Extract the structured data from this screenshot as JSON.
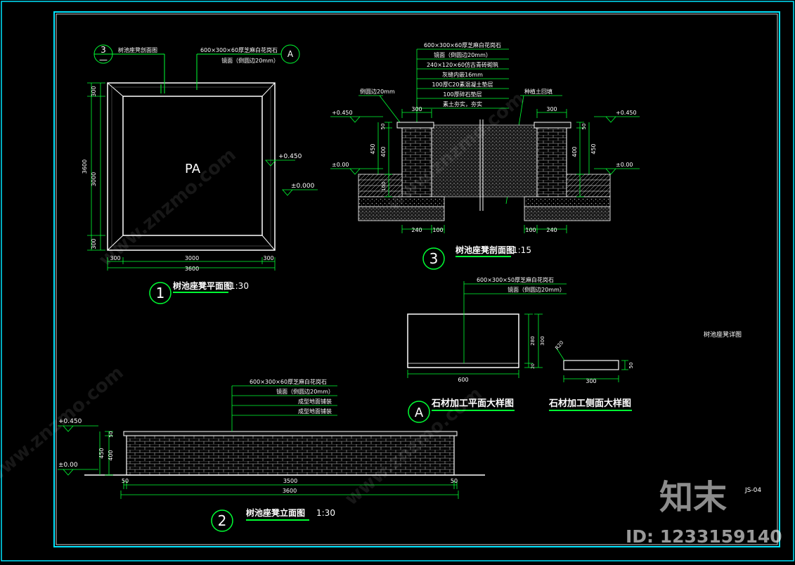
{
  "drawing": {
    "code": "JS-04",
    "sheet_title": "树池座凳详图"
  },
  "plan": {
    "title": "树池座凳平面图 1:30",
    "title_text": "树池座凳平面图",
    "scale": "1:30",
    "num": "1",
    "area_label": "PA",
    "dims": {
      "outer": "3600",
      "inner": "3000",
      "side": "300"
    },
    "callout_section": {
      "num": "3",
      "label": "树池座凳剖面图"
    },
    "callout_detail": {
      "letter": "A",
      "line1": "600×300×60厚芝麻白花岗石",
      "line2": "镜面（倒圆边20mm）"
    },
    "elev_top": "+0.450",
    "elev_ground": "±0.000"
  },
  "section": {
    "title": "树池座凳剖面图",
    "scale": "1:15",
    "num": "3",
    "layers": [
      "600×300×60厚芝麻白花岗石",
      "镜面（倒圆边20mm）",
      "240×120×60仿古青砖砌筑",
      "灰缝内嵌16mm",
      "100厚C20素混凝土垫层",
      "100厚碎石垫层",
      "素土夯实，夯实"
    ],
    "left_note": "倒圆边20mm",
    "right_note": "种植土回填",
    "dims": {
      "top_width": "300",
      "cap": "50",
      "total": "450",
      "wall": "400",
      "base": "100",
      "brick": "240",
      "foot": "100"
    },
    "elev_top": "+0.450",
    "elev_ground": "±0.00"
  },
  "elevation": {
    "title": "树池座凳立面图",
    "scale": "1:30",
    "num": "2",
    "notes": [
      "600×300×60厚芝麻白花岗石",
      "镜面（倒圆边20mm）",
      "成型地面铺装",
      "成型地面铺装"
    ],
    "dims": {
      "total": "3600",
      "inner": "3500",
      "side": "50",
      "cap": "50",
      "wall": "400",
      "height": "450"
    },
    "elev_top": "+0.450",
    "elev_ground": "±0.00"
  },
  "stone_plan": {
    "title": "石材加工平面大样图",
    "letter": "A",
    "note1": "600×300×50厚芝麻白花岗石",
    "note2": "镜面（倒圆边20mm）",
    "dims": {
      "length": "600",
      "width": "300",
      "inner": "280",
      "edge": "20"
    }
  },
  "stone_side": {
    "title": "石材加工侧面大样图",
    "dims": {
      "length": "300",
      "thick": "50",
      "radius": "R20"
    }
  },
  "watermark": {
    "brand": "知末",
    "id_text": "ID: 1233159140",
    "tile": "www.znzmo.com"
  },
  "colors": {
    "background": "#000000",
    "frame": "#00e5ff",
    "lines": "#ffffff",
    "dims": "#00ff33",
    "hatch": "#888888"
  }
}
